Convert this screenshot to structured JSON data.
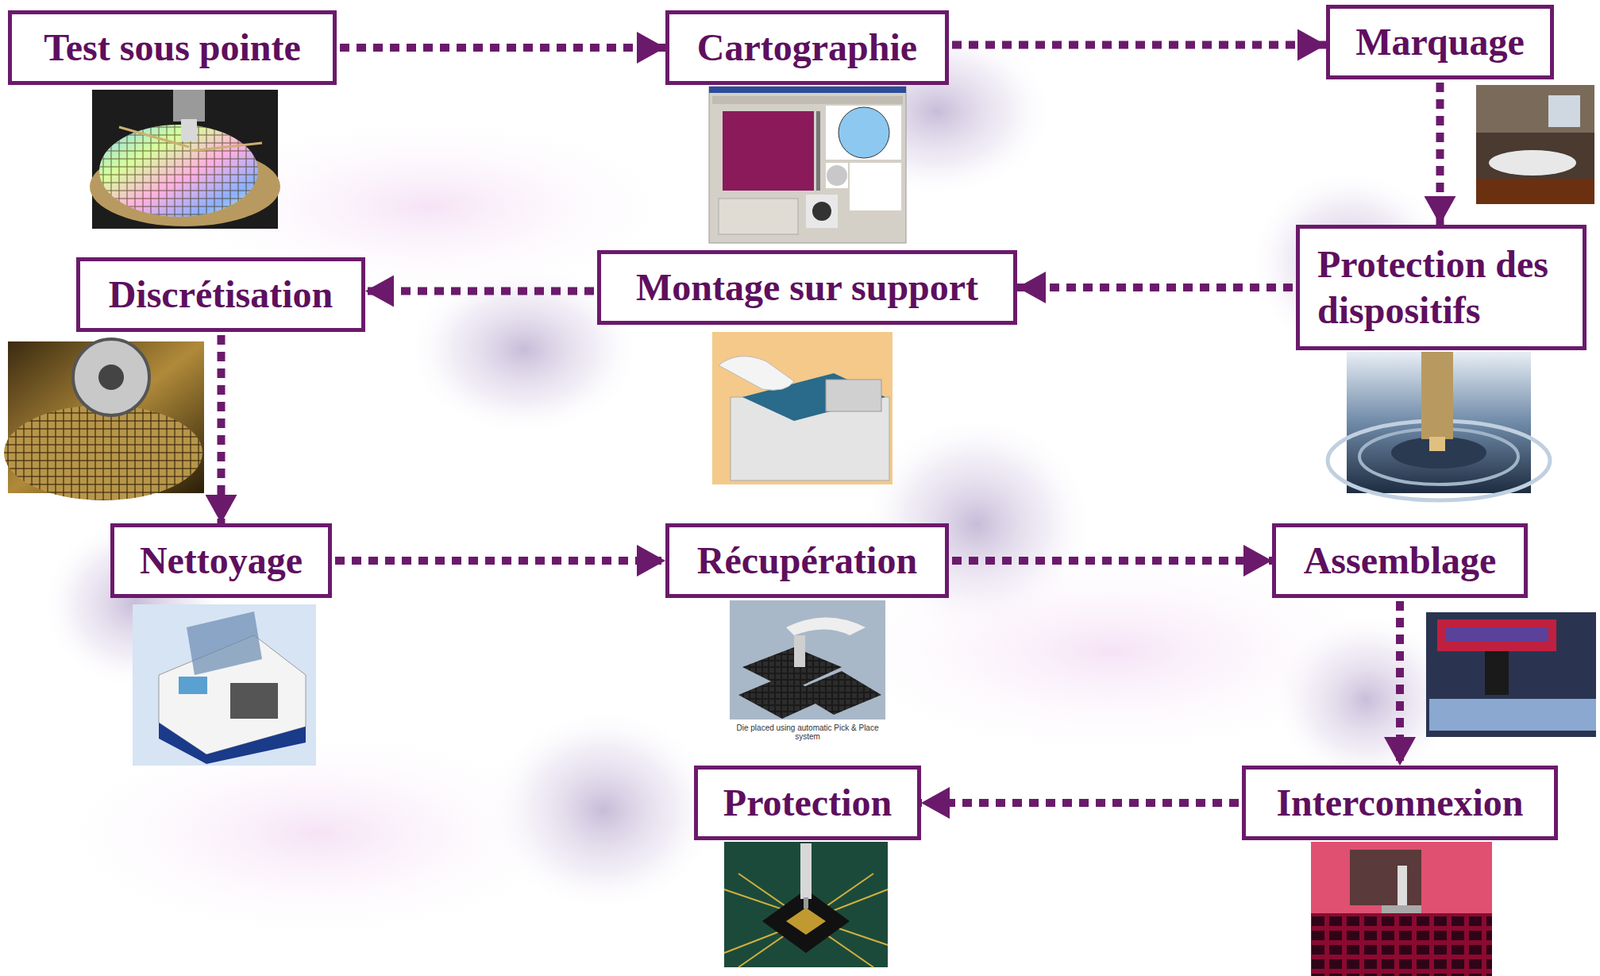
{
  "diagram": {
    "nodes": [
      {
        "text": [
          "Test sous pointe"
        ]
      },
      {
        "text": [
          "Cartographie"
        ]
      },
      {
        "text": [
          "Marquage"
        ]
      },
      {
        "text": [
          "Discrétisation"
        ]
      },
      {
        "text": [
          "Montage sur support"
        ]
      },
      {
        "text": [
          "Protection des dispositifs"
        ]
      },
      {
        "text": [
          "Nettoyage"
        ]
      },
      {
        "text": [
          "Récupération"
        ]
      },
      {
        "text": [
          "Assemblage"
        ]
      },
      {
        "text": [
          "Protection"
        ]
      },
      {
        "text": [
          "Interconnexion"
        ]
      }
    ],
    "edges": [
      {
        "from": 0,
        "to": 1,
        "arrow": "to"
      },
      {
        "from": 1,
        "to": 2,
        "arrow": "to"
      },
      {
        "from": 2,
        "to": 5,
        "arrow": "to"
      },
      {
        "from": 5,
        "to": 4,
        "arrow": "to"
      },
      {
        "from": 4,
        "to": 3,
        "arrow": "to"
      },
      {
        "from": 3,
        "to": 6,
        "arrow": "to"
      },
      {
        "from": 6,
        "to": 7,
        "arrow": "to"
      },
      {
        "from": 7,
        "to": 8,
        "arrow": "to"
      },
      {
        "from": 8,
        "to": 10,
        "arrow": "to"
      },
      {
        "from": 10,
        "to": 9,
        "arrow": "to"
      }
    ],
    "labels": [
      "Die placed using automatic Pick & Place system"
    ]
  }
}
